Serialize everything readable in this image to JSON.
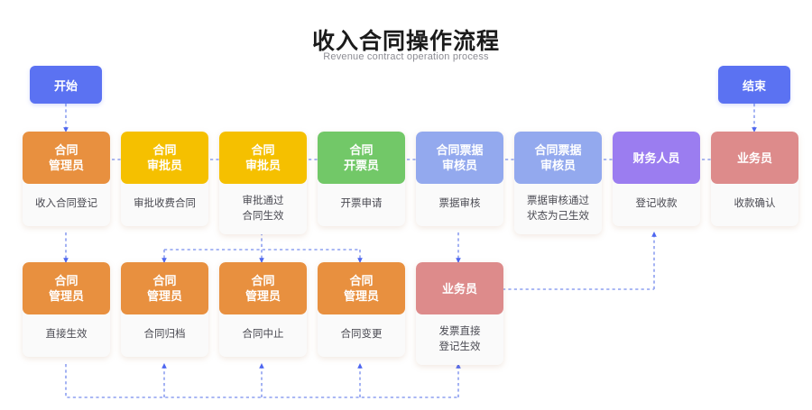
{
  "header": {
    "title": "收入合同操作流程",
    "subtitle": "Revenue contract operation process"
  },
  "palette": {
    "start_end": "#5b72f2",
    "orange": "#e8903f",
    "yellow": "#f5c000",
    "green": "#72c868",
    "blue": "#93a9ee",
    "purple": "#9b7df0",
    "red": "#dd8b8b",
    "card_body": "#fafafa",
    "connector": "#5b72f2",
    "title_color": "#1b1b1b",
    "subtitle_color": "#8d8d94"
  },
  "terminals": {
    "start": {
      "label": "开始"
    },
    "end": {
      "label": "结束"
    }
  },
  "row1": [
    {
      "role": "合同\n管理员",
      "role_lines": [
        "合同",
        "管理员"
      ],
      "desc_lines": [
        "收入合同登记"
      ],
      "color": "orange"
    },
    {
      "role": "合同\n审批员",
      "role_lines": [
        "合同",
        "审批员"
      ],
      "desc_lines": [
        "审批收费合同"
      ],
      "color": "yellow"
    },
    {
      "role": "合同\n审批员",
      "role_lines": [
        "合同",
        "审批员"
      ],
      "desc_lines": [
        "审批通过",
        "合同生效"
      ],
      "color": "yellow"
    },
    {
      "role": "合同\n开票员",
      "role_lines": [
        "合同",
        "开票员"
      ],
      "desc_lines": [
        "开票申请"
      ],
      "color": "green"
    },
    {
      "role": "合同票据\n审核员",
      "role_lines": [
        "合同票据",
        "审核员"
      ],
      "desc_lines": [
        "票据审核"
      ],
      "color": "blue"
    },
    {
      "role": "合同票据\n审核员",
      "role_lines": [
        "合同票据",
        "审核员"
      ],
      "desc_lines": [
        "票据审核通过",
        "状态为己生效"
      ],
      "color": "blue"
    },
    {
      "role": "财务人员",
      "role_lines": [
        "财务人员"
      ],
      "desc_lines": [
        "登记收款"
      ],
      "color": "purple"
    },
    {
      "role": "业务员",
      "role_lines": [
        "业务员"
      ],
      "desc_lines": [
        "收款确认"
      ],
      "color": "red"
    }
  ],
  "row2": [
    {
      "role": "合同\n管理员",
      "role_lines": [
        "合同",
        "管理员"
      ],
      "desc_lines": [
        "直接生效"
      ],
      "color": "orange"
    },
    {
      "role": "合同\n管理员",
      "role_lines": [
        "合同",
        "管理员"
      ],
      "desc_lines": [
        "合同归档"
      ],
      "color": "orange"
    },
    {
      "role": "合同\n管理员",
      "role_lines": [
        "合同",
        "管理员"
      ],
      "desc_lines": [
        "合同中止"
      ],
      "color": "orange"
    },
    {
      "role": "合同\n管理员",
      "role_lines": [
        "合同",
        "管理员"
      ],
      "desc_lines": [
        "合同变更"
      ],
      "color": "orange"
    },
    {
      "role": "业务员",
      "role_lines": [
        "业务员"
      ],
      "desc_lines": [
        "发票直接",
        "登记生效"
      ],
      "color": "red"
    }
  ]
}
